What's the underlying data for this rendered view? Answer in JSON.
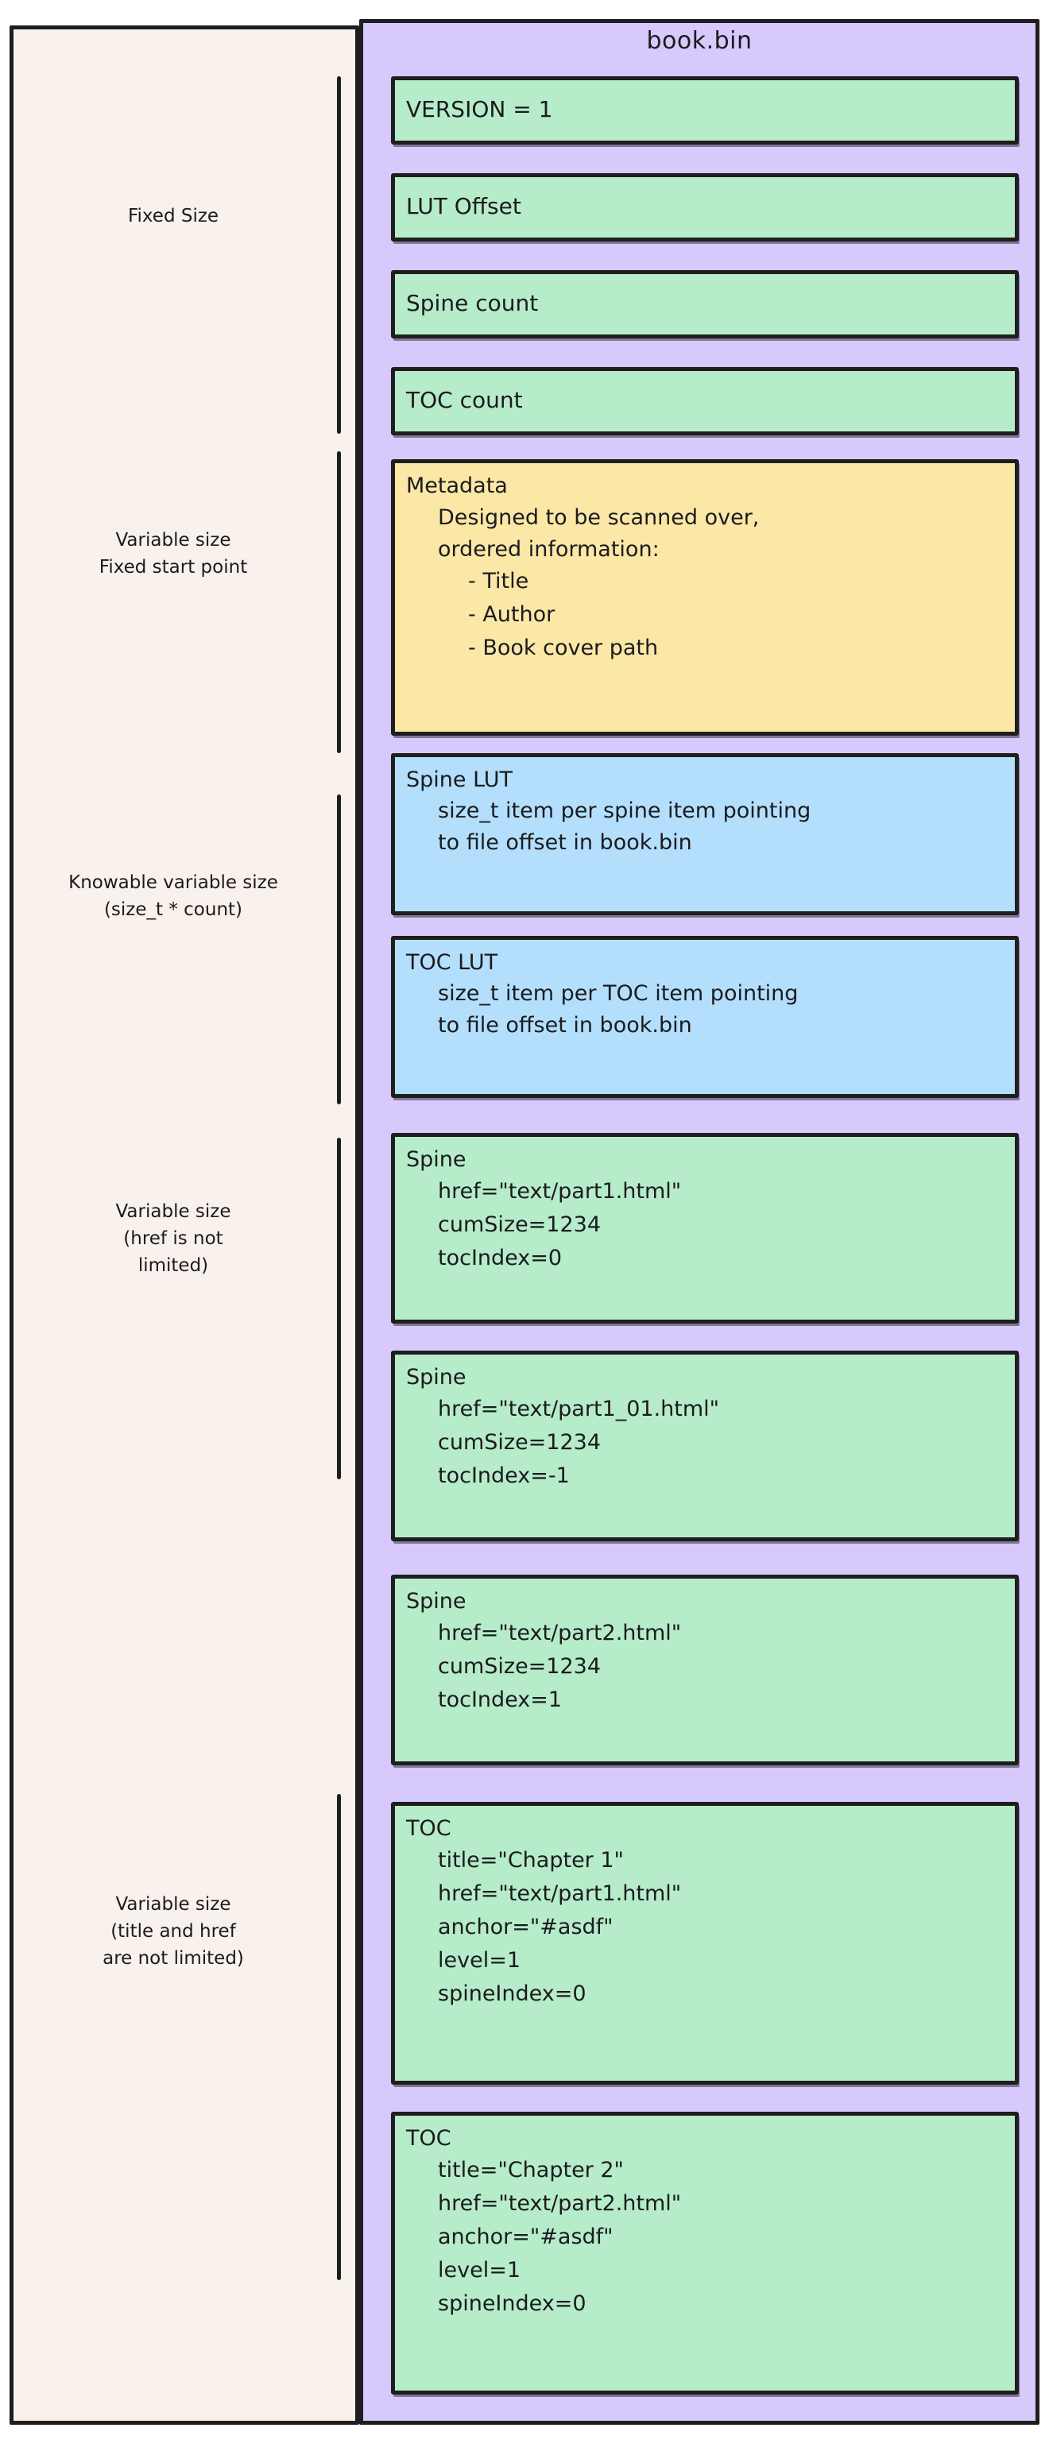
{
  "title": "book.bin",
  "colors": {
    "canvas": "#ffffff",
    "left_panel": "#f9f1ec",
    "right_panel": "#d7c9fb",
    "green": "#b6ecc9",
    "yellow": "#fce8a6",
    "blue": "#b3dffc",
    "stroke": "#1e1e1e"
  },
  "groups": [
    {
      "label": "Fixed Size"
    },
    {
      "label": "Variable size\nFixed start point",
      "line1": "Variable size",
      "line2": "Fixed start point"
    },
    {
      "label": "Knowable variable size\n(size_t * count)",
      "line1": "Knowable variable size",
      "line2": "(size_t * count)"
    },
    {
      "label": "Variable size\n(href is not\nlimited)",
      "line1": "Variable size",
      "line2": "(href is not",
      "line3": "limited)"
    },
    {
      "label": "Variable size\n(title and href\nare not limited)",
      "line1": "Variable size",
      "line2": "(title and href",
      "line3": "are not limited)"
    }
  ],
  "blocks": [
    {
      "id": "version",
      "color": "green",
      "header": "VERSION = 1",
      "lines": []
    },
    {
      "id": "lut-offset",
      "color": "green",
      "header": "LUT Offset",
      "lines": []
    },
    {
      "id": "spine-count",
      "color": "green",
      "header": "Spine count",
      "lines": []
    },
    {
      "id": "toc-count",
      "color": "green",
      "header": "TOC count",
      "lines": []
    },
    {
      "id": "metadata",
      "color": "yellow",
      "header": "Metadata",
      "lines": [
        "Designed to be scanned over,",
        "ordered information:"
      ],
      "sublines": [
        "- Title",
        "- Author",
        "- Book cover path"
      ]
    },
    {
      "id": "spine-lut",
      "color": "blue",
      "header": "Spine LUT",
      "lines": [
        "size_t item per spine item pointing",
        "to file offset in book.bin"
      ]
    },
    {
      "id": "toc-lut",
      "color": "blue",
      "header": "TOC LUT",
      "lines": [
        "size_t item per TOC item pointing",
        "to file offset in book.bin"
      ]
    },
    {
      "id": "spine-1",
      "color": "green",
      "header": "Spine",
      "lines": [
        "href=\"text/part1.html\"",
        "cumSize=1234",
        "tocIndex=0"
      ]
    },
    {
      "id": "spine-2",
      "color": "green",
      "header": "Spine",
      "lines": [
        "href=\"text/part1_01.html\"",
        "cumSize=1234",
        "tocIndex=-1"
      ]
    },
    {
      "id": "spine-3",
      "color": "green",
      "header": "Spine",
      "lines": [
        "href=\"text/part2.html\"",
        "cumSize=1234",
        "tocIndex=1"
      ]
    },
    {
      "id": "toc-1",
      "color": "green",
      "header": "TOC",
      "lines": [
        "title=\"Chapter 1\"",
        "href=\"text/part1.html\"",
        "anchor=\"#asdf\"",
        "level=1",
        "spineIndex=0"
      ]
    },
    {
      "id": "toc-2",
      "color": "green",
      "header": "TOC",
      "lines": [
        "title=\"Chapter 2\"",
        "href=\"text/part2.html\"",
        "anchor=\"#asdf\"",
        "level=1",
        "spineIndex=0"
      ]
    }
  ]
}
